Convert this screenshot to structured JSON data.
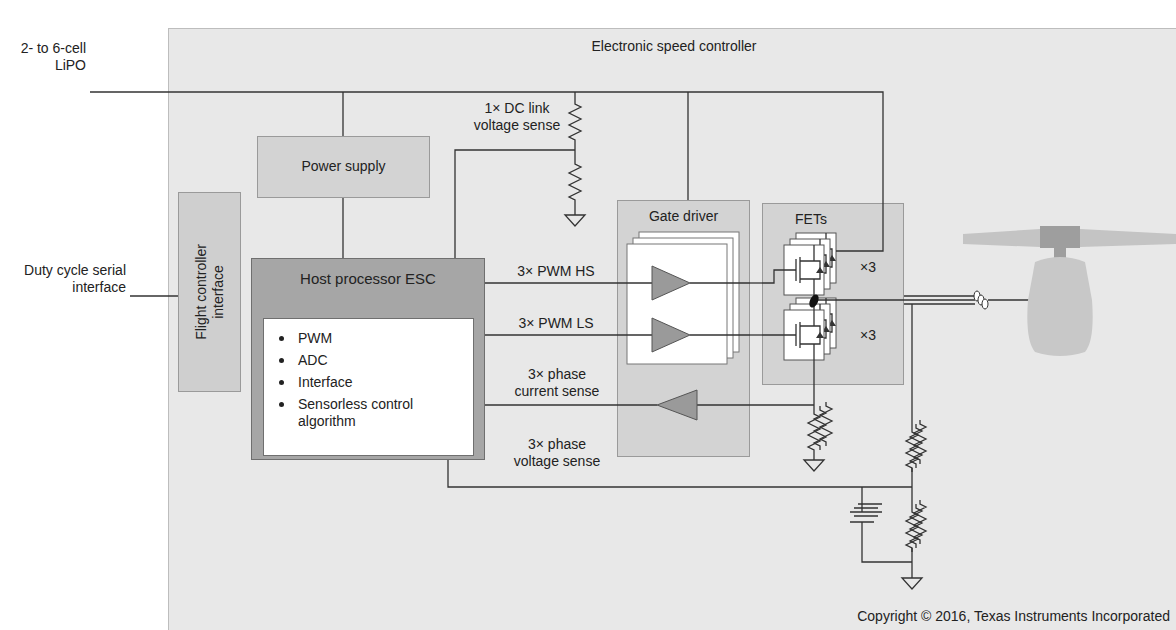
{
  "diagram": {
    "nodes": [
      {
        "text": [
          "Electronic speed controller"
        ]
      },
      {
        "text": [
          "Power supply"
        ],
        "in": 0
      },
      {
        "text": [
          "Flight controller interface"
        ],
        "in": 0
      },
      {
        "text": [
          "Host processor ESC"
        ],
        "in": 0
      },
      {
        "text": [
          "PWM",
          "ADC",
          "Interface",
          "Sensorless control algorithm"
        ],
        "in": 3
      },
      {
        "text": [
          "Gate driver"
        ],
        "in": 0
      },
      {
        "text": [
          "FETs",
          "×3",
          "×3"
        ],
        "in": 0
      }
    ],
    "edges": [
      {
        "from": 1,
        "to": 3,
        "arrow": "none"
      },
      {
        "from": 3,
        "to": 5,
        "label": "3× PWM HS",
        "arrow": "none"
      },
      {
        "from": 3,
        "to": 5,
        "label": "3× PWM LS",
        "arrow": "none"
      },
      {
        "from": 5,
        "to": 3,
        "label": "3× phase current sense",
        "arrow": "none"
      },
      {
        "from": 5,
        "to": 6,
        "arrow": "none"
      },
      {
        "from": 5,
        "to": 6,
        "arrow": "none"
      }
    ],
    "labels": [
      "2- to 6-cell LiPO",
      "1× DC link voltage sense",
      "Duty cycle serial interface",
      "3× phase voltage sense",
      "Copyright © 2016, Texas Instruments Incorporated"
    ]
  }
}
